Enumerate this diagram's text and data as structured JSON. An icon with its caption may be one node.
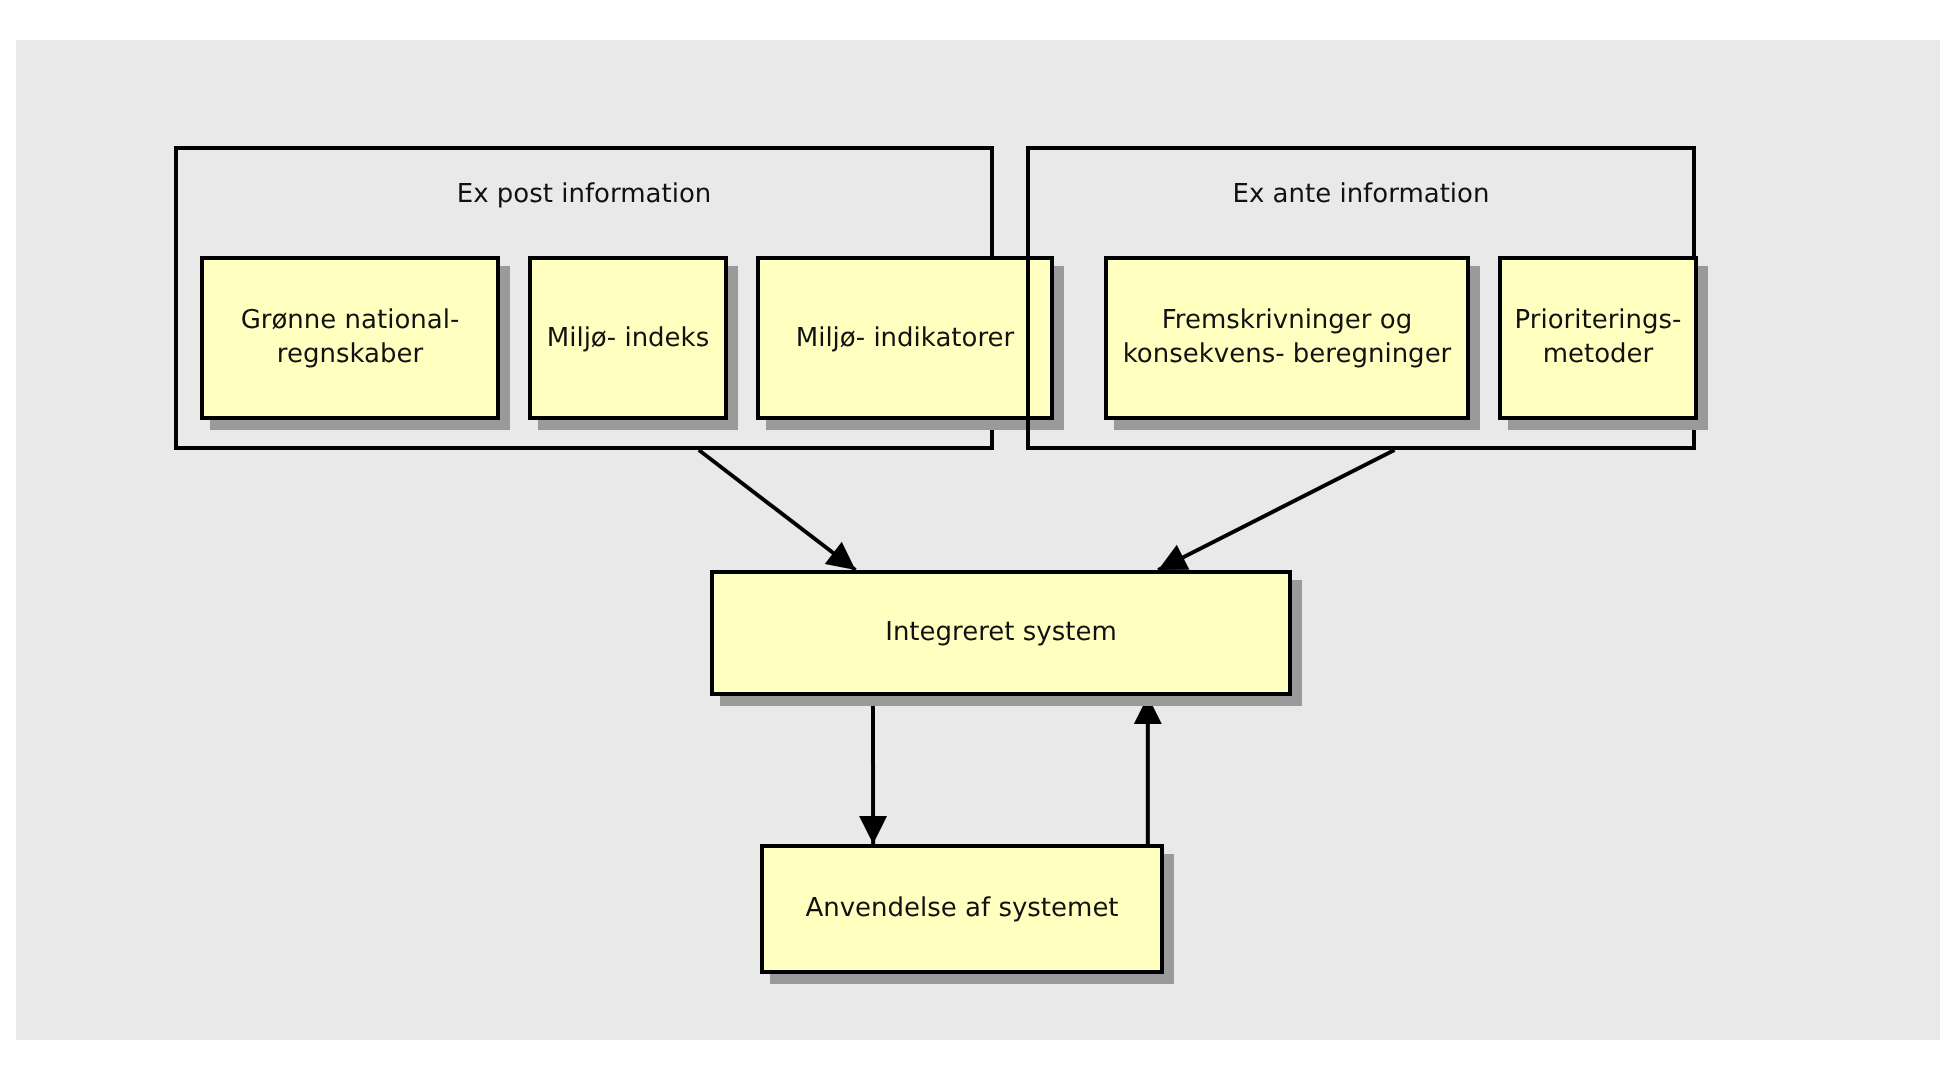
{
  "diagram": {
    "nodes": [
      {
        "text": [
          "Ex post information"
        ]
      },
      {
        "text": [
          "Grønne national- regnskaber"
        ],
        "in": 0
      },
      {
        "text": [
          "Miljø- indeks"
        ],
        "in": 0
      },
      {
        "text": [
          "Miljø- indikatorer"
        ]
      },
      {
        "text": [
          "Ex ante information"
        ]
      },
      {
        "text": [
          "Fremskrivninger og konsekvens- beregninger"
        ],
        "in": 4
      },
      {
        "text": [
          "Prioriterings- metoder"
        ],
        "in": 4
      },
      {
        "text": [
          "Integreret system"
        ]
      },
      {
        "text": [
          "Anvendelse af systemet"
        ]
      }
    ],
    "edges": [
      {
        "from": 0,
        "to": 7,
        "arrow": "to"
      },
      {
        "from": 4,
        "to": 7,
        "arrow": "to"
      },
      {
        "from": 7,
        "to": 8,
        "arrow": "to"
      },
      {
        "from": 8,
        "to": 7,
        "arrow": "to"
      }
    ]
  }
}
